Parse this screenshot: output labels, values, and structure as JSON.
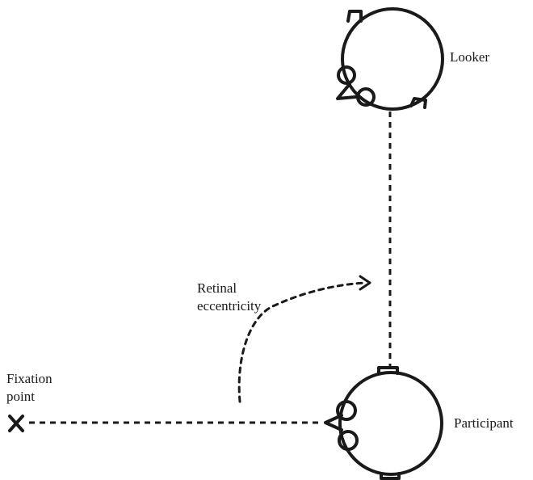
{
  "labels": {
    "looker": "Looker",
    "participant": "Participant",
    "fixation_line1": "Fixation",
    "fixation_line2": "point",
    "retinal_line1": "Retinal",
    "retinal_line2": "eccentricity"
  },
  "colors": {
    "ink": "#1a1a1a",
    "background": "#ffffff"
  },
  "icons": {
    "fixation_marker": "x-mark-icon",
    "arrowhead": "chevron-right-icon"
  }
}
